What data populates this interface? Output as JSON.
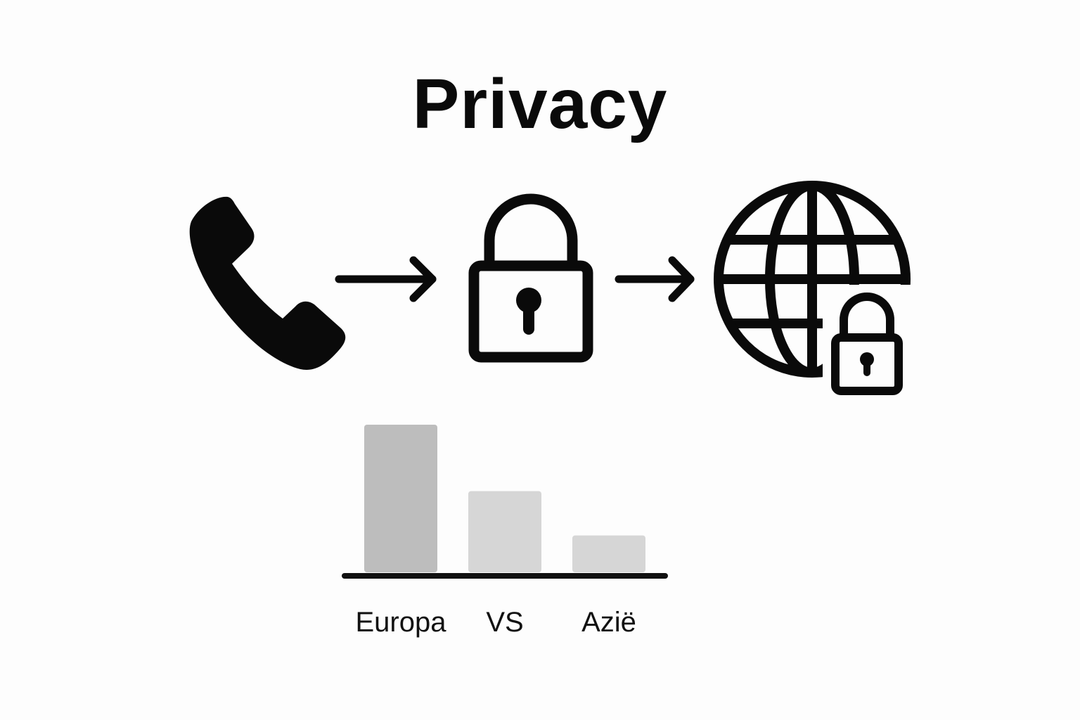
{
  "title": "Privacy",
  "flow": {
    "steps": [
      {
        "icon": "phone-icon"
      },
      {
        "icon": "padlock-icon"
      },
      {
        "icon": "globe-with-padlock-icon"
      }
    ],
    "connector_icon": "arrow-right-icon",
    "stroke_color": "#0a0a0a"
  },
  "chart_data": {
    "type": "bar",
    "categories": [
      "Europa",
      "VS",
      "Azië"
    ],
    "values": [
      100,
      55,
      25
    ],
    "colors": [
      "#bdbdbd",
      "#d6d6d6",
      "#d6d6d6"
    ],
    "title": "",
    "xlabel": "",
    "ylabel": "",
    "ylim": [
      0,
      100
    ],
    "grid": false,
    "axis_color": "#111111"
  }
}
